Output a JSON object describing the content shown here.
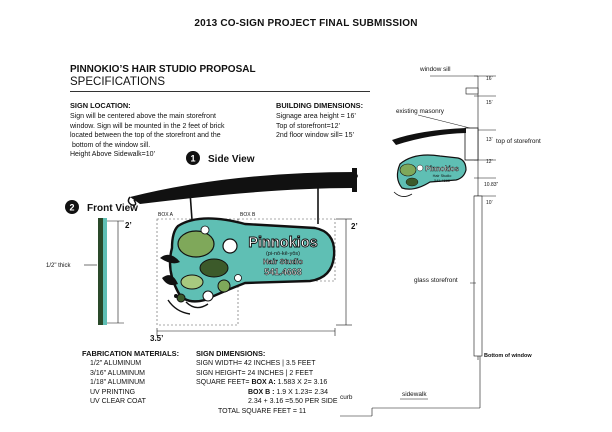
{
  "title": "2013 CO-SIGN PROJECT FINAL SUBMISSION",
  "proposal": "PINNOKIO’S HAIR STUDIO PROPOSAL",
  "specifications": "SPECIFICATIONS",
  "sign_location": {
    "heading": "SIGN LOCATION:",
    "lines": [
      "Sign will be centered above the main storefront",
      "window. Sign will be mounted in the 2 feet of brick",
      "located between the top of the storefront and the",
      " bottom of the window sill.",
      "Height Above Sidewalk=10’"
    ]
  },
  "building_dimensions": {
    "heading": "BUILDING DIMENSIONS:",
    "lines": [
      "Signage area height = 16’",
      "Top of storefront=12’",
      "2nd floor window sill= 15’"
    ]
  },
  "side_view": {
    "number": "1",
    "label": "Side View"
  },
  "front_view": {
    "number": "2",
    "label": "Front View"
  },
  "front_labels": {
    "height": "2’",
    "thickness": "1/2\" thick"
  },
  "side_labels": {
    "box_a": "BOX A",
    "box_b": "BOX B",
    "height": "2’",
    "width": "3.5’"
  },
  "sign_text": {
    "name": "Pinnokios",
    "pronunciation": "(pi-nō-kē-yōs)",
    "line1": "Hair Studio",
    "phone": "541.4668"
  },
  "fabrication": {
    "heading": "FABRICATION MATERIALS:",
    "lines": [
      "1/2\" ALUMINUM",
      "3/16\" ALUMINUM",
      "1/18\" ALUMINUM",
      "UV PRINTING",
      "UV CLEAR COAT"
    ]
  },
  "sign_dimensions": {
    "heading": "SIGN DIMENSIONS:",
    "width": "SIGN WIDTH= 42 INCHES | 3.5 FEET",
    "height": "SIGN HEIGHT= 24 INCHES | 2 FEET",
    "sq_prefix": "SQUARE FEET= ",
    "box_a_label": "BOX A:",
    "box_a_calc": " 1.583 X 2= 3.16",
    "box_b_label": "BOX B :",
    "box_b_calc": " 1.9 X 1.23= 2.34",
    "sum": "2.34 + 3.16 =5.50 PER SIDE",
    "total": "TOTAL SQUARE FEET = 11"
  },
  "elevation": {
    "window_sill": "window sill",
    "existing_masonry": "existing masonry",
    "top_of_storefront": "top of storefront",
    "glass_storefront": "glass storefront",
    "bottom_of_window": "Bottom of window",
    "sidewalk": "sidewalk",
    "curb": "curb",
    "dims": [
      "16’",
      "15’",
      "13’",
      "12’",
      "10.83”",
      "10’"
    ]
  },
  "colors": {
    "teal": "#5fbfb4",
    "green": "#7fa85a",
    "dark_green": "#3c5a2a",
    "black": "#111111"
  }
}
